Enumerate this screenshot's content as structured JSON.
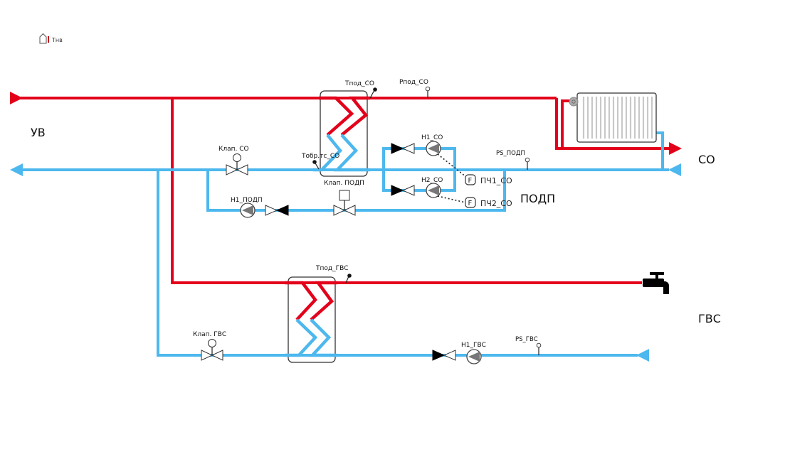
{
  "header": {
    "indicator_label": "Тнв",
    "indicator_icon": "house-thermometer-icon"
  },
  "circuits": {
    "uv": "УВ",
    "so": "СО",
    "podp": "ПОДП",
    "gvs": "ГВС"
  },
  "sensors": {
    "t_pod_so": "Тпод_СО",
    "p_pod_so": "Рпод_СО",
    "t_obr_ts_so": "Тобр.тс_СО",
    "ps_podp": "PS_ПОДП",
    "t_pod_gvs": "Тпод_ГВС",
    "ps_gvs": "PS_ГВС"
  },
  "valves": {
    "klap_so": "Клап. СО",
    "klap_podp": "Клап. ПОДП",
    "klap_gvs": "Клап. ГВС"
  },
  "pumps": {
    "h1_so": "Н1_СО",
    "h2_so": "Н2_СО",
    "h1_podp": "Н1_ПОДП",
    "h1_gvs": "Н1_ГВС"
  },
  "drives": {
    "pch1_so": "ПЧ1_СО",
    "pch2_so": "ПЧ2_СО",
    "f_label": "F"
  },
  "colors": {
    "supply": "#e3001b",
    "return": "#4db8ee"
  }
}
